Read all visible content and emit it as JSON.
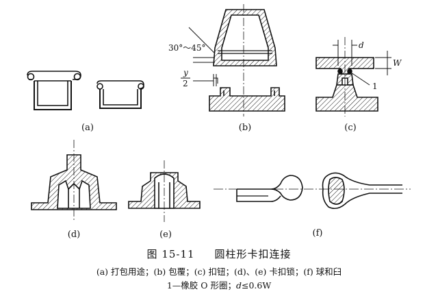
{
  "panel_labels": {
    "a": "(a)",
    "b": "(b)",
    "c": "(c)",
    "d": "(d)",
    "e": "(e)",
    "f": "(f)"
  },
  "annotations": {
    "angle_range": "30°～45°",
    "half_y": "y",
    "half_denominator": "2",
    "dim_d": "d",
    "dim_w": "W",
    "callout_1": "1"
  },
  "caption": {
    "figure_number": "图 15-11",
    "title": "圆柱形卡扣连接",
    "line1": "(a) 打包用途；(b) 包覆；(c) 扣钮；(d)、(e) 卡扣锁；(f) 球和臼",
    "line2_prefix": "1—橡胶 O 形圈；",
    "line2_var": "d",
    "line2_suffix": "≤0.6W"
  }
}
